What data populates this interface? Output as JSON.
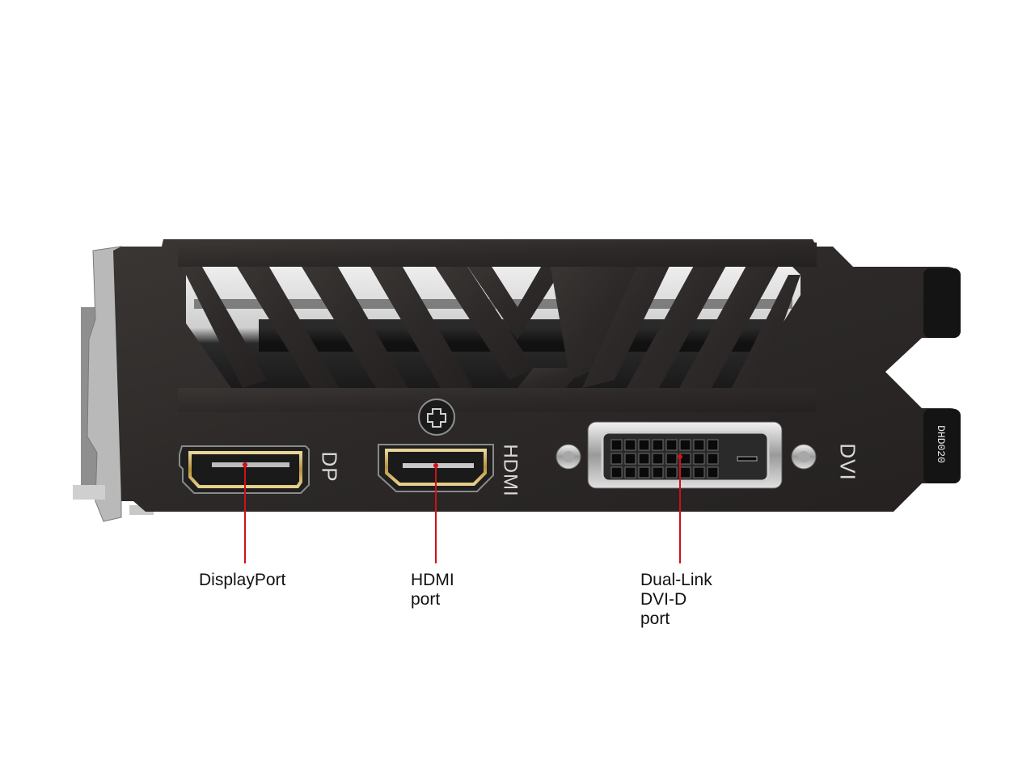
{
  "image": {
    "subject": "Graphics card I/O bracket with display outputs",
    "background_color": "#ffffff",
    "bracket_color": "#2f2c2b",
    "leader_color": "#d0101a"
  },
  "bracket": {
    "engravings": {
      "dp": "DP",
      "hdmi": "HDMI",
      "dvi": "DVI",
      "part_code": "DHD020"
    },
    "vent_slots": 10
  },
  "ports": [
    {
      "id": "displayport",
      "label": "DisplayPort"
    },
    {
      "id": "hdmi",
      "label": "HDMI\nport"
    },
    {
      "id": "dvi",
      "label": "Dual-Link\nDVI-D\nport"
    }
  ]
}
